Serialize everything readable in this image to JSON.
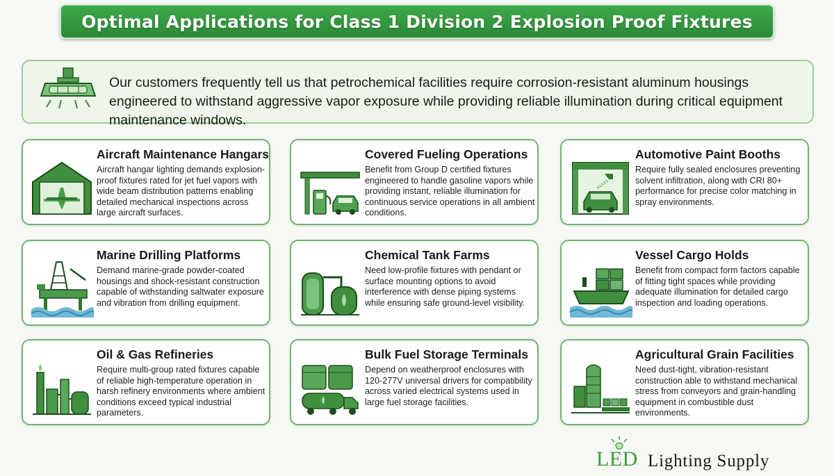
{
  "header": {
    "title": "Optimal Applications for Class 1 Division 2 Explosion Proof Fixtures"
  },
  "intro": {
    "text": "Our customers frequently tell us that petrochemical facilities require corrosion-resistant aluminum housings engineered to withstand aggressive vapor exposure while providing reliable illumination during critical equipment maintenance windows.",
    "icon": "light-fixture-icon"
  },
  "cards": [
    {
      "title": "Aircraft Maintenance Hangars",
      "text": "Aircraft hangar lighting demands explosion-proof fixtures rated for jet fuel vapors with wide beam distribution patterns enabling detailed mechanical inspections across large aircraft surfaces.",
      "icon": "hangar-airplane-icon"
    },
    {
      "title": "Covered Fueling Operations",
      "text": "Benefit from Group D certified fixtures engineered to handle gasoline vapors while providing instant, reliable illumination for continuous service operations in all ambient conditions.",
      "icon": "fuel-pump-car-icon"
    },
    {
      "title": "Automotive Paint Booths",
      "text": "Require fully sealed enclosures preventing solvent infiltration, along with CRI 80+ performance for precise color matching in spray environments.",
      "icon": "paint-booth-car-icon"
    },
    {
      "title": "Marine Drilling Platforms",
      "text": "Demand marine-grade powder-coated housings and shock-resistant construction capable of withstanding saltwater exposure and vibration from drilling equipment.",
      "icon": "oil-rig-icon"
    },
    {
      "title": "Chemical Tank Farms",
      "text": "Need low-profile fixtures with pendant or surface mounting options to avoid interference with dense piping systems while ensuring safe ground-level visibility.",
      "icon": "chemical-tanks-icon"
    },
    {
      "title": "Vessel Cargo Holds",
      "text": "Benefit from compact form factors capable of fitting tight spaces while providing adequate illumination for detailed cargo inspection and loading operations.",
      "icon": "cargo-ship-icon"
    },
    {
      "title": "Oil & Gas Refineries",
      "text": "Require multi-group rated fixtures capable of reliable high-temperature operation in harsh refinery environments where ambient conditions exceed typical industrial parameters.",
      "icon": "refinery-icon"
    },
    {
      "title": "Bulk Fuel Storage Terminals",
      "text": "Depend on weatherproof enclosures with 120-277V universal drivers for compatibility across varied electrical systems used in large fuel storage facilities.",
      "icon": "fuel-tanker-icon"
    },
    {
      "title": "Agricultural Grain Facilities",
      "text": "Need dust-tight, vibration-resistant construction able to withstand mechanical stress from conveyors and grain-handling equipment in combustible dust environments.",
      "icon": "grain-silo-icon"
    }
  ],
  "logo": {
    "led": "LED",
    "rest": "Lighting Supply",
    "icon": "lightbulb-icon"
  },
  "colors": {
    "brand_green": "#2a8a36",
    "card_border": "#6fb56f",
    "intro_bg": "#eef6ea"
  }
}
